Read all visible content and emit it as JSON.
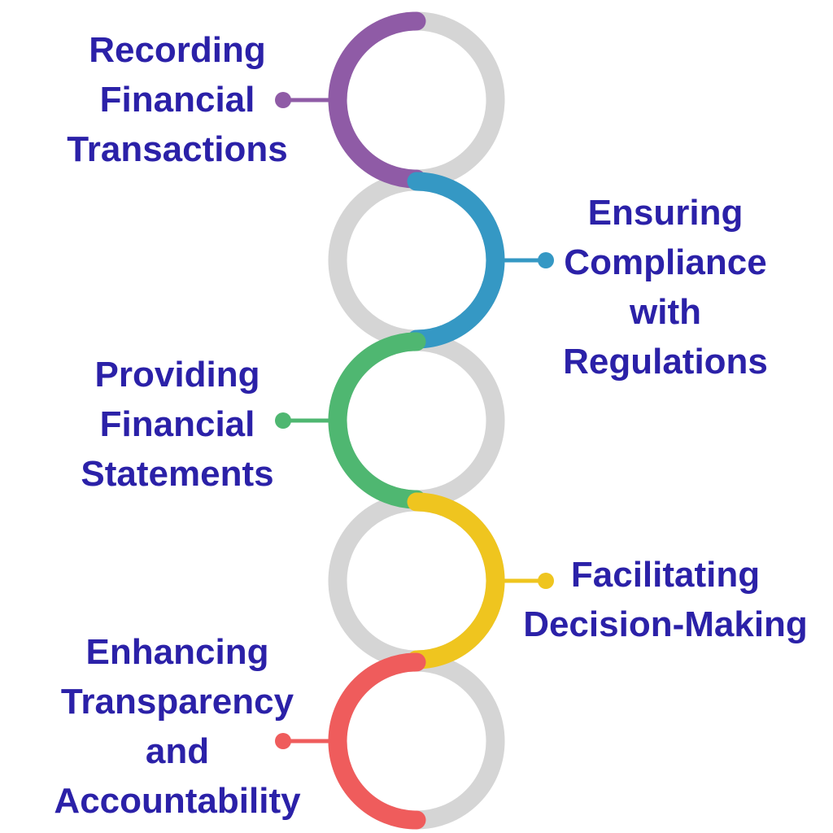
{
  "diagram": {
    "items": [
      {
        "label": "Recording\nFinancial\nTransactions",
        "color": "#8F5BA6"
      },
      {
        "label": "Ensuring\nCompliance\nwith\nRegulations",
        "color": "#3598C4"
      },
      {
        "label": "Providing\nFinancial\nStatements",
        "color": "#4FB771"
      },
      {
        "label": "Facilitating\nDecision-Making",
        "color": "#EFC51F"
      },
      {
        "label": "Enhancing\nTransparency\nand\nAccountability",
        "color": "#EF5C5C"
      }
    ],
    "colors": {
      "ring_gray": "#D5D5D5",
      "label_text": "#2B21A8",
      "background": "#FFFFFF"
    }
  }
}
